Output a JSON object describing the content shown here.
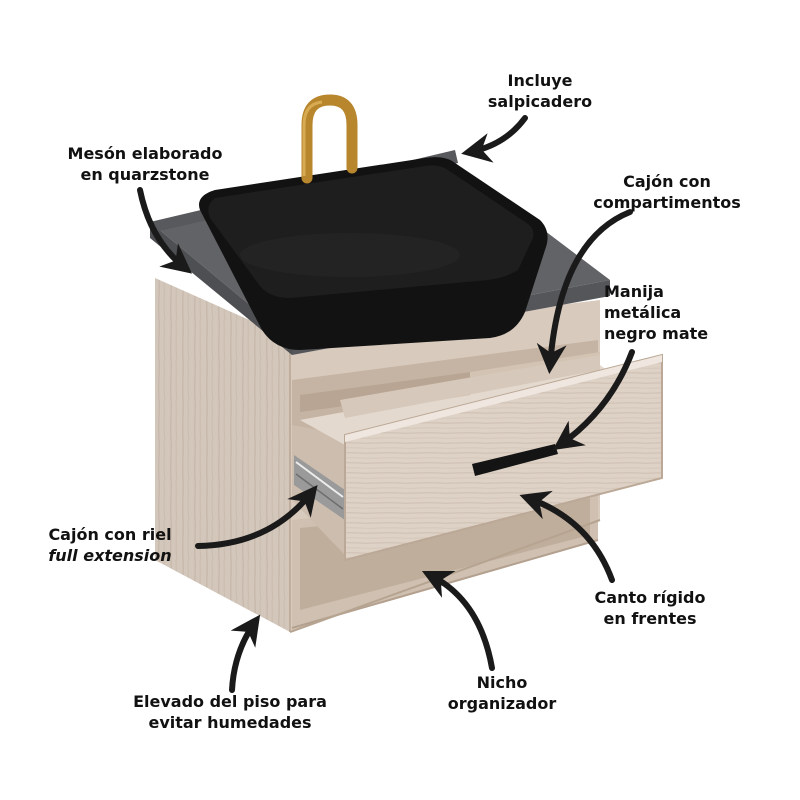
{
  "colors": {
    "background": "#ffffff",
    "label_text": "#111111",
    "arrow": "#1a1a1a",
    "wood_light": "#ddd0c4",
    "wood_mid": "#cdbdad",
    "wood_dark": "#b9a796",
    "countertop": "#5c5d60",
    "countertop_edge": "#4a4b4e",
    "basin": "#111111",
    "faucet": "#b7862d",
    "handle": "#141414"
  },
  "callouts": {
    "backsplash": {
      "line1": "Incluye",
      "line2": "salpicadero"
    },
    "countertop": {
      "line1": "Mesón elaborado",
      "line2": "en quarzstone"
    },
    "drawer_compartments": {
      "line1": "Cajón con",
      "line2": "compartimentos"
    },
    "handle": {
      "line1": "Manija",
      "line2": "metálica",
      "line3": "negro mate"
    },
    "drawer_rail": {
      "line1": "Cajón con riel",
      "line2": "full extension"
    },
    "rigid_edge": {
      "line1": "Canto rígido",
      "line2": "en frentes"
    },
    "niche": {
      "line1": "Nicho",
      "line2": "organizador"
    },
    "elevated": {
      "line1": "Elevado del piso para",
      "line2": "evitar humedades"
    }
  }
}
